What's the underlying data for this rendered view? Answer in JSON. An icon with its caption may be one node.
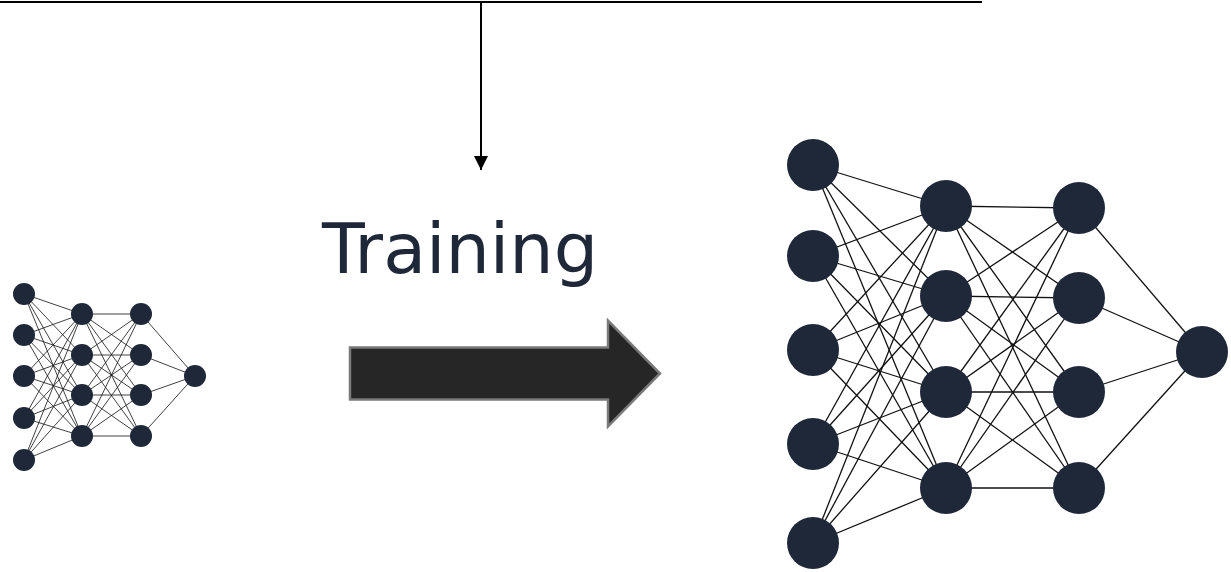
{
  "diagram": {
    "nodes": [
      {
        "text": [],
        "shape": "picture"
      },
      {
        "text": [
          "Training"
        ]
      },
      {
        "text": [],
        "shape": "picture"
      }
    ],
    "edges": [
      {
        "from": 0,
        "to": 2,
        "arrow": "to",
        "style": "thick"
      },
      {
        "from": null,
        "to": 1,
        "arrow": "to"
      }
    ]
  }
}
